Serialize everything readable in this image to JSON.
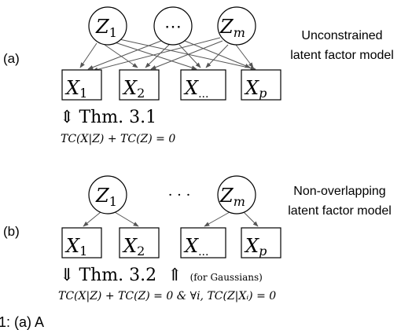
{
  "panel_a": {
    "label": "(a)",
    "top_nodes": [
      "Z",
      "⋯",
      "Z"
    ],
    "top_subscripts": [
      "1",
      "",
      "m"
    ],
    "bottom_nodes": [
      "X",
      "X",
      "X",
      "X"
    ],
    "bottom_subscripts": [
      "1",
      "2",
      "...",
      "p"
    ],
    "title_lines": [
      "Unconstrained",
      "latent factor model"
    ],
    "arrow_symbol": "⇕",
    "theorem": "Thm. 3.1",
    "condition": "TC(X|Z) + TC(Z) = 0"
  },
  "panel_b": {
    "label": "(b)",
    "top_nodes": [
      "Z",
      "· · ·",
      "Z"
    ],
    "top_subscripts": [
      "1",
      "",
      "m"
    ],
    "bottom_nodes": [
      "X",
      "X",
      "X",
      "X"
    ],
    "bottom_subscripts": [
      "1",
      "2",
      "...",
      "p"
    ],
    "title_lines": [
      "Non-overlapping",
      "latent factor model"
    ],
    "down_arrow": "⇓",
    "theorem": "Thm. 3.2",
    "up_arrow": "⇑",
    "note": "(for Gaussians)",
    "condition": "TC(X|Z) + TC(Z) = 0 & ∀i, TC(Z|Xᵢ) = 0"
  },
  "caption_fragment": "1: (a) A",
  "colors": {
    "stroke": "#000000",
    "edge": "#555555"
  }
}
